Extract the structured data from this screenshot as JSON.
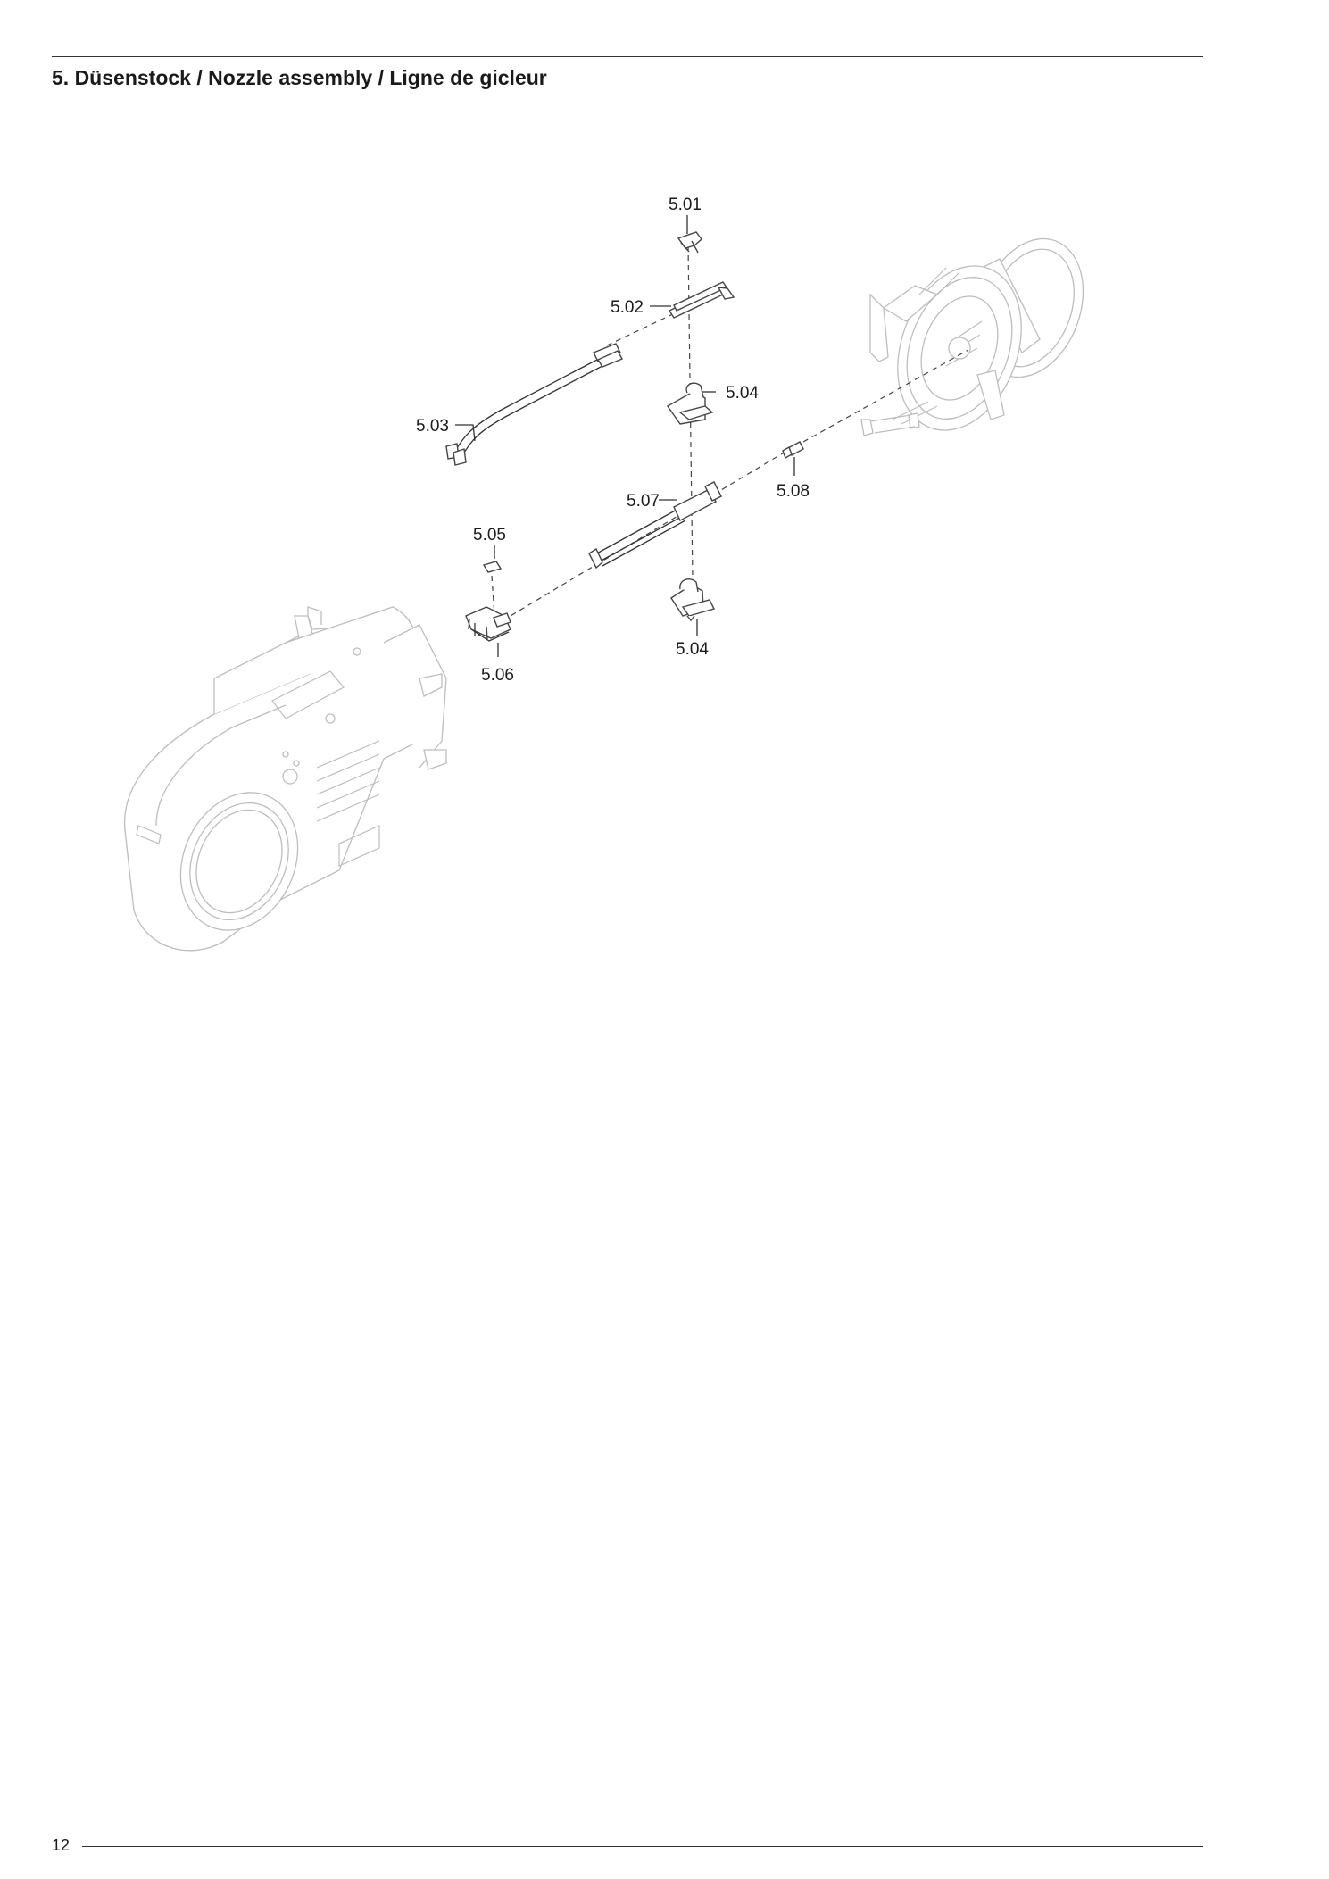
{
  "header": {
    "title": "5. Düsenstock / Nozzle assembly / Ligne de gicleur"
  },
  "footer": {
    "page_number": "12"
  },
  "diagram": {
    "part_labels": {
      "p501": "5.01",
      "p502": "5.02",
      "p503": "5.03",
      "p504_top": "5.04",
      "p504_bottom": "5.04",
      "p505": "5.05",
      "p506": "5.06",
      "p507": "5.07",
      "p508": "5.08"
    }
  }
}
